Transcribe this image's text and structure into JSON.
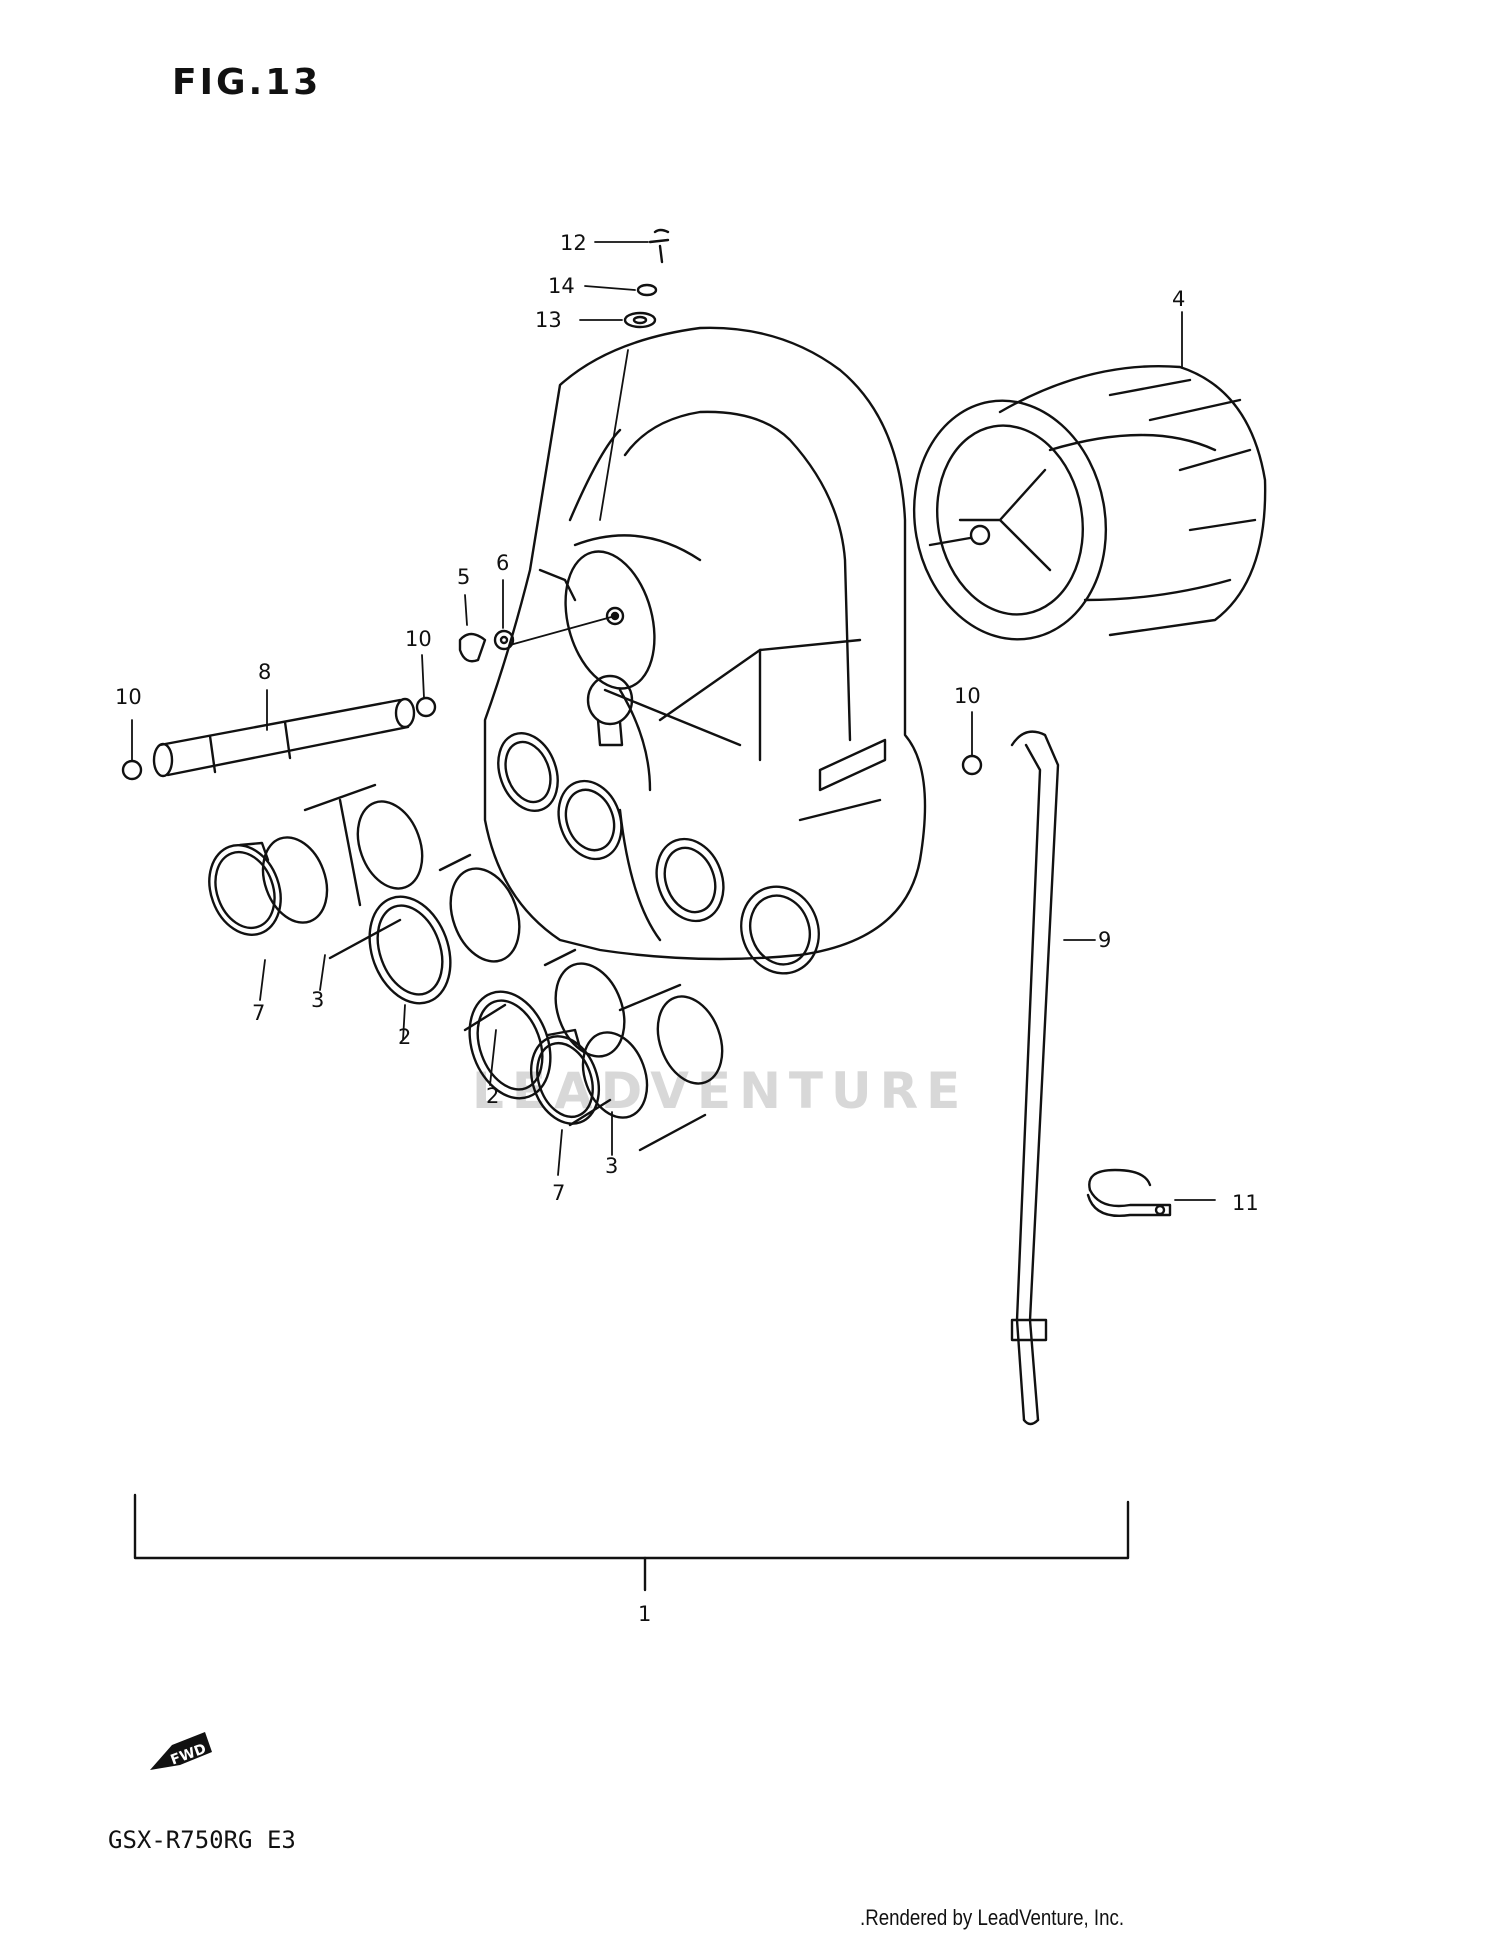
{
  "figure": {
    "title": "FIG.13",
    "model_code": "GSX-R750RG  E3",
    "credit": ".Rendered by LeadVenture, Inc.",
    "watermark": "LEADVENTURE",
    "fwd_label": "FWD"
  },
  "callouts": {
    "c1": "1",
    "c2a": "2",
    "c2b": "2",
    "c3a": "3",
    "c3b": "3",
    "c4": "4",
    "c5": "5",
    "c6": "6",
    "c7a": "7",
    "c7b": "7",
    "c8": "8",
    "c9": "9",
    "c10a": "10",
    "c10b": "10",
    "c10c": "10",
    "c11": "11",
    "c12": "12",
    "c13": "13",
    "c14": "14"
  },
  "colors": {
    "ink": "#111111",
    "watermark": "#d8d8d8",
    "background": "#ffffff"
  }
}
